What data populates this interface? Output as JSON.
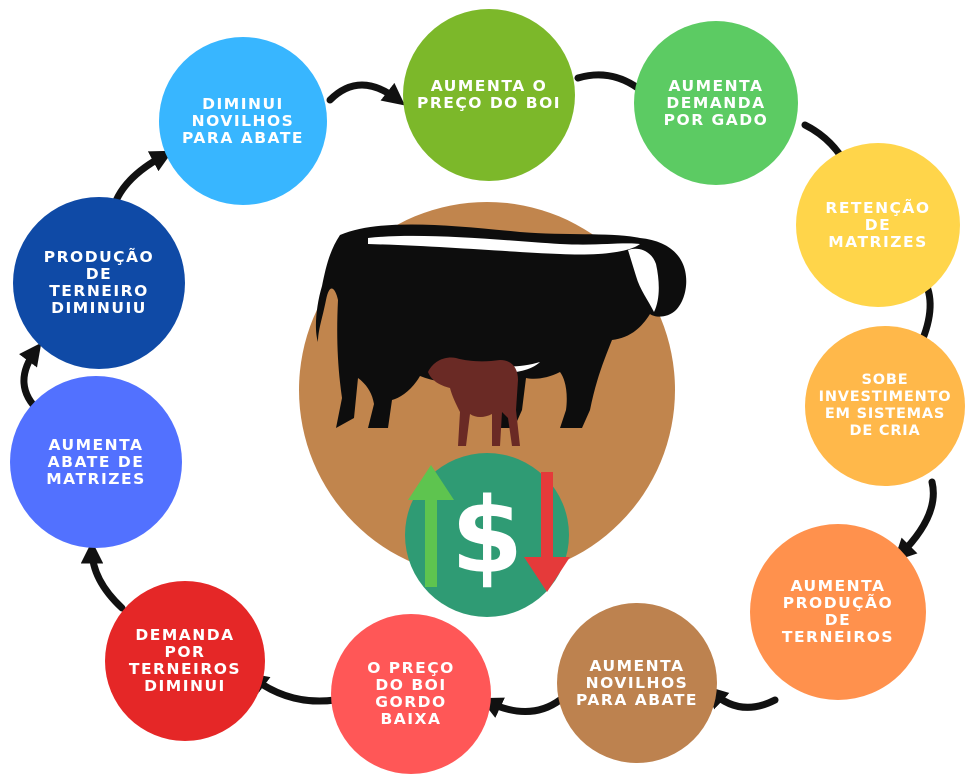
{
  "colors": {
    "background": "#ffffff",
    "arrow": "#111111",
    "center_disc": "#c1854d",
    "cow": "#0d0d0d",
    "calf": "#6a2a25",
    "money_disc": "#2f9b74",
    "up_arrow": "#5ec44f",
    "down_arrow": "#e53a3a"
  },
  "cycle": [
    {
      "id": "aumenta-preco-boi",
      "text": "AUMENTA O\nPREÇO DO BOI",
      "color": "#7cb82a"
    },
    {
      "id": "aumenta-demanda-gado",
      "text": "AUMENTA\nDEMANDA\nPOR GADO",
      "color": "#5ccb63"
    },
    {
      "id": "retencao-matrizes",
      "text": "RETENÇÃO\nDE\nMATRIZES",
      "color": "#ffd54a"
    },
    {
      "id": "sobe-investimento",
      "text": "SOBE\nINVESTIMENTO\nEM SISTEMAS\nDE CRIA",
      "color": "#ffb84a"
    },
    {
      "id": "aumenta-producao-terneiros",
      "text": "AUMENTA\nPRODUÇÃO\nDE\nTERNEIROS",
      "color": "#ff914d"
    },
    {
      "id": "aumenta-novilhos-abate",
      "text": "AUMENTA\nNOVILHOS\nPARA ABATE",
      "color": "#bd824f"
    },
    {
      "id": "preco-boi-gordo-baixa",
      "text": "O PREÇO\nDO BOI\nGORDO\nBAIXA",
      "color": "#ff5757"
    },
    {
      "id": "demanda-terneiros-diminui",
      "text": "DEMANDA\nPOR\nTERNEIROS\nDIMINUI",
      "color": "#e52727"
    },
    {
      "id": "aumenta-abate-matrizes",
      "text": "AUMENTA\nABATE DE\nMATRIZES",
      "color": "#5271ff"
    },
    {
      "id": "producao-terneiro-diminuiu",
      "text": "PRODUÇÃO\nDE\nTERNEIRO\nDIMINUIU",
      "color": "#0f4aa6"
    },
    {
      "id": "diminui-novilhos-abate",
      "text": "DIMINUI\nNOVILHOS\nPARA ABATE",
      "color": "#38b6ff"
    }
  ],
  "center": {
    "currency_symbol": "$",
    "icons": [
      "cow-icon",
      "calf-icon",
      "dollar-icon",
      "price-up-arrow-icon",
      "price-down-arrow-icon"
    ]
  }
}
